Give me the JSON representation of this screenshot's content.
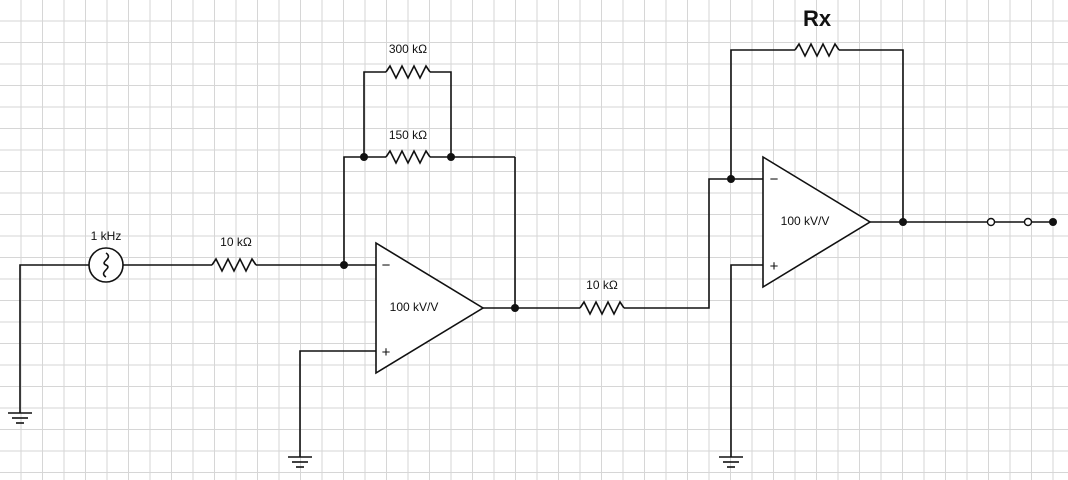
{
  "components": {
    "source": {
      "label": "1 kHz"
    },
    "r_in_1": {
      "label": "10 kΩ"
    },
    "r_fb_top": {
      "label": "300 kΩ"
    },
    "r_fb_bottom": {
      "label": "150 kΩ"
    },
    "opamp_1": {
      "gain_label": "100 kV/V",
      "minus": "−",
      "plus": "+"
    },
    "r_in_2": {
      "label": "10 kΩ"
    },
    "r_x": {
      "label": "Rx"
    },
    "opamp_2": {
      "gain_label": "100 kV/V",
      "minus": "−",
      "plus": "+"
    }
  }
}
